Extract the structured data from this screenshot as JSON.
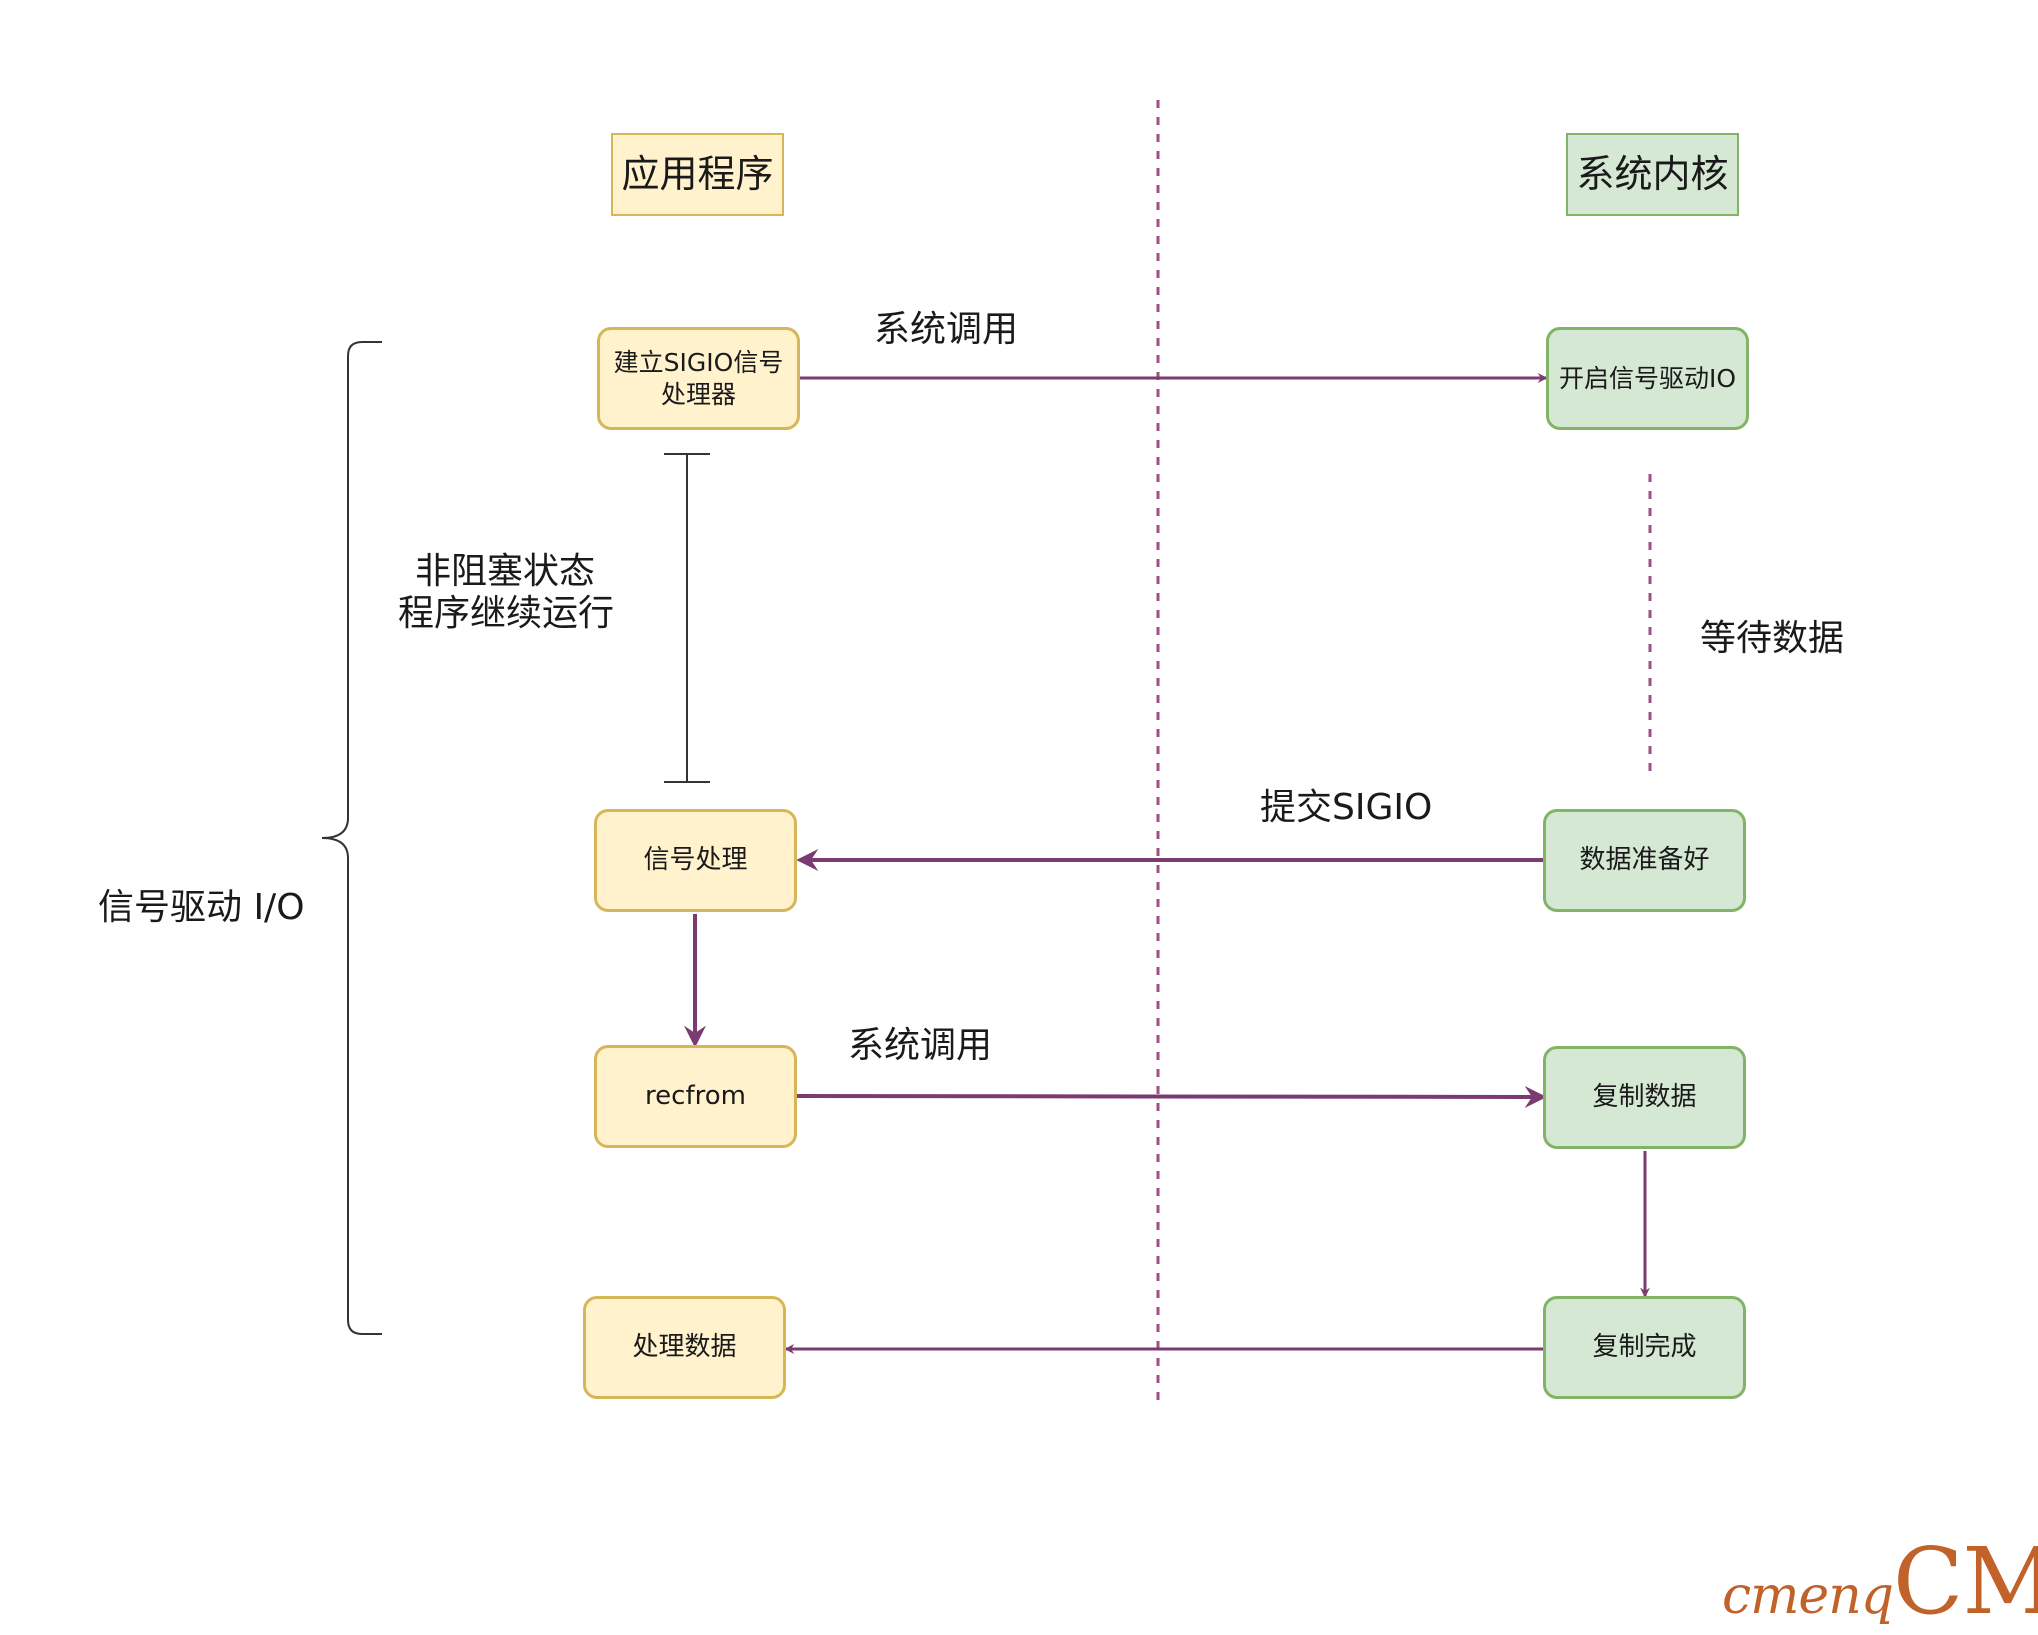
{
  "headers": {
    "application": "应用程序",
    "kernel": "系统内核"
  },
  "app_nodes": {
    "setup_handler": "建立SIGIO信号\n处理器",
    "signal_handling": "信号处理",
    "recvfrom": "recfrom",
    "process_data": "处理数据"
  },
  "kernel_nodes": {
    "enable_sigio": "开启信号驱动IO",
    "data_ready": "数据准备好",
    "copy_data": "复制数据",
    "copy_done": "复制完成"
  },
  "labels": {
    "syscall_1": "系统调用",
    "nonblocking_line1": "非阻塞状态",
    "nonblocking_line2": "程序继续运行",
    "waiting_data": "等待数据",
    "submit_sigio": "提交SIGIO",
    "syscall_2": "系统调用",
    "model_name": "信号驱动 I/O"
  },
  "colors": {
    "arrow": "#7b3a72",
    "divider": "#9e4f87",
    "app_fill": "#fff2cc",
    "app_stroke": "#d6b656",
    "kernel_fill": "#d5e8d4",
    "kernel_stroke": "#82b366",
    "watermark": "#c0622a"
  },
  "watermark": {
    "left": "cmenq",
    "right": "CM"
  }
}
